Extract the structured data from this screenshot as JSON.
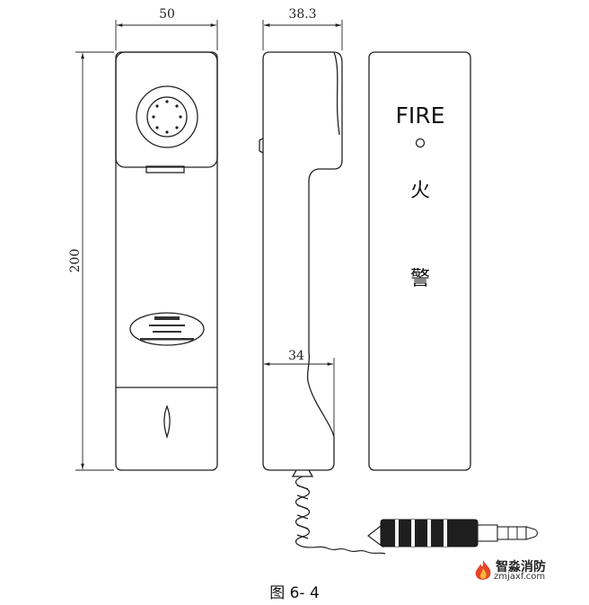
{
  "dimensions": {
    "front_width": "50",
    "side_width": "38.3",
    "height": "200",
    "side_lower_width": "34"
  },
  "back_labels": {
    "fire": "FIRE",
    "char1": "火",
    "char2": "警"
  },
  "caption": "图 6- 4",
  "watermark": {
    "title": "智淼消防",
    "url": "zmjaxf.com"
  }
}
